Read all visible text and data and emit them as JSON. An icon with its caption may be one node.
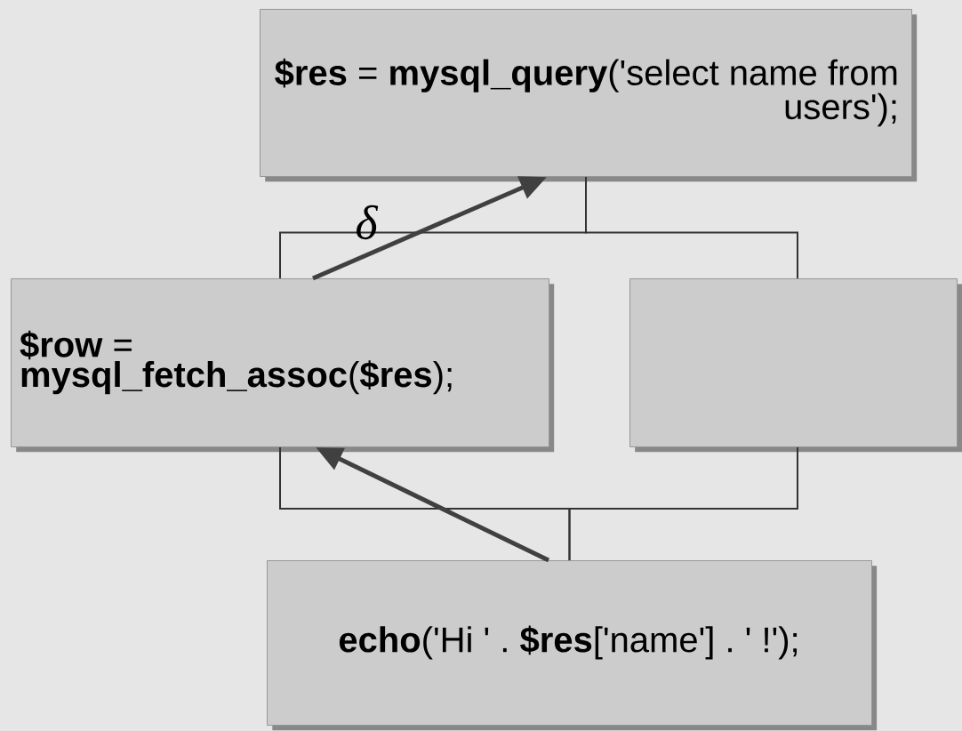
{
  "diagram": {
    "nodes": [
      {
        "text": [
          "**$res** = **mysql_query**('select name from users');"
        ]
      },
      {
        "text": [
          "**$row** = **mysql_fetch_assoc**(**$res**);"
        ]
      },
      {
        "text": [],
        "shape": "box"
      },
      {
        "text": [
          "**echo**('Hi ' . **$res**['name'] . ' !');"
        ]
      }
    ],
    "edges": [
      {
        "from": 0,
        "to": 1,
        "arrow": "none"
      },
      {
        "from": 0,
        "to": 2,
        "arrow": "none"
      },
      {
        "from": 3,
        "to": 1,
        "arrow": "none"
      },
      {
        "from": 3,
        "to": 2,
        "arrow": "none"
      },
      {
        "from": 1,
        "to": 0,
        "arrow": "to",
        "style": "thick",
        "color": "#404040",
        "label": "δ"
      },
      {
        "from": 3,
        "to": 1,
        "arrow": "to",
        "style": "thick",
        "color": "#404040"
      }
    ]
  }
}
